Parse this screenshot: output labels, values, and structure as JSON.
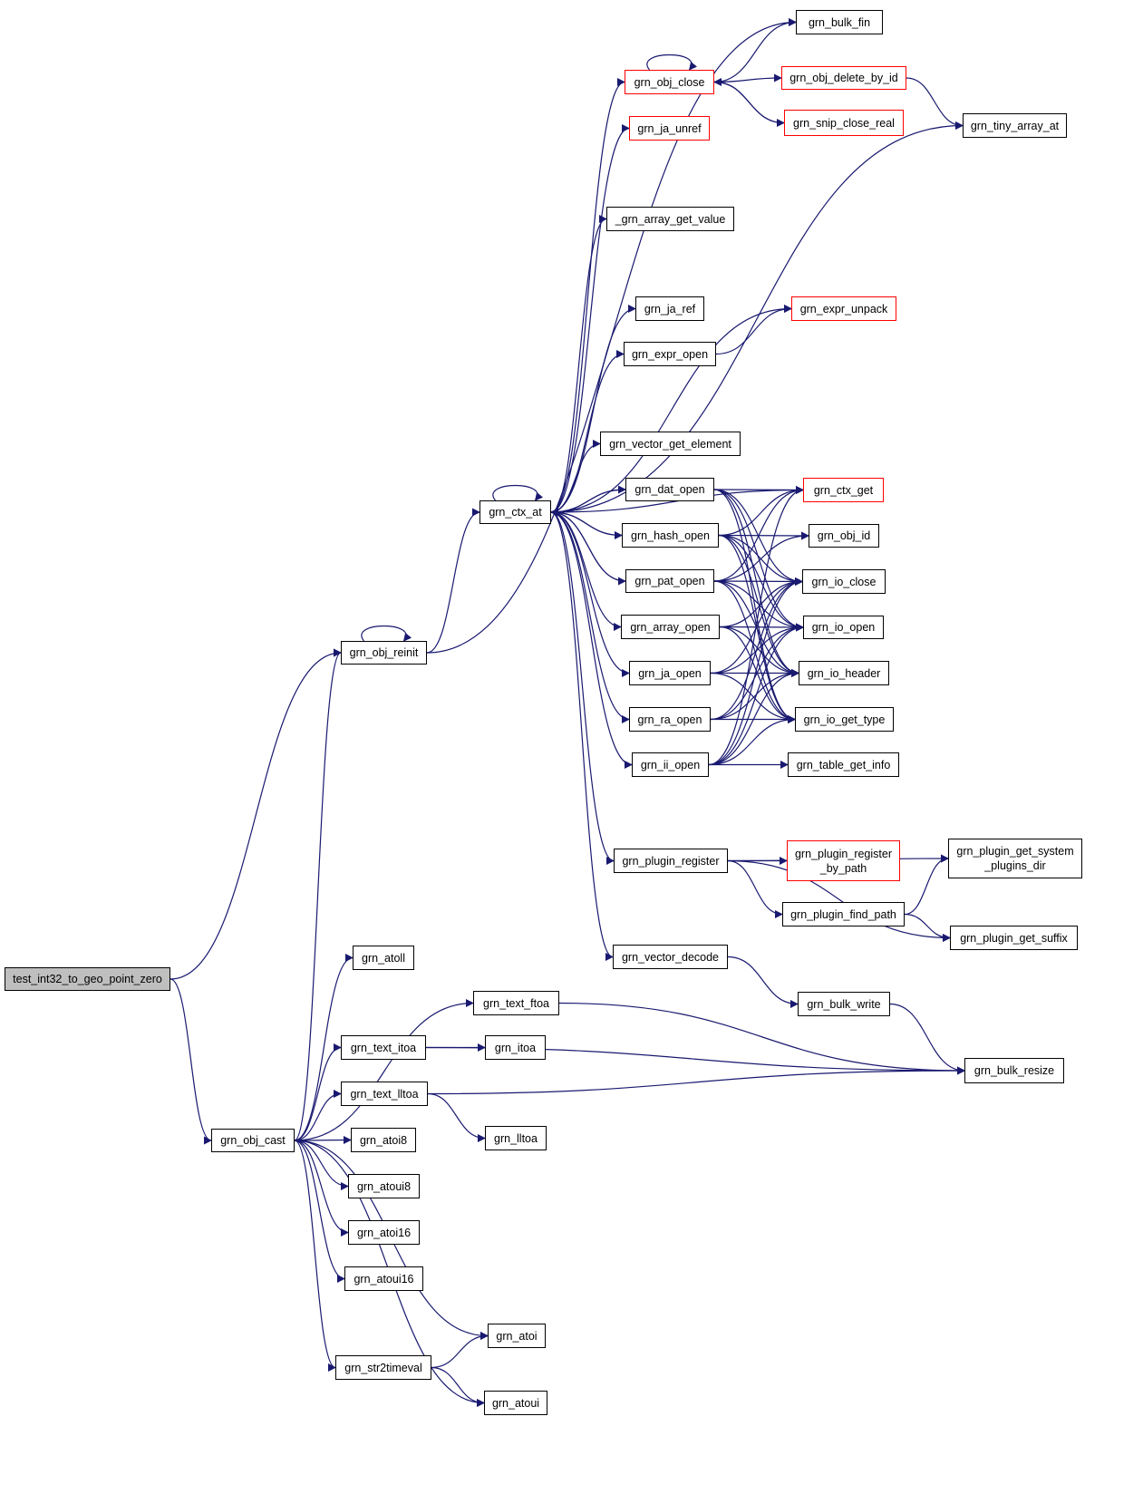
{
  "colors": {
    "edge": "#191970",
    "node_border": "#000000",
    "truncated_border": "#ff0000",
    "root_fill": "#bfbfbf"
  },
  "nodes": {
    "test_int32_to_geo_point_zero": "test_int32_to_geo_point_zero",
    "grn_obj_reinit": "grn_obj_reinit",
    "grn_obj_cast": "grn_obj_cast",
    "grn_ctx_at": "grn_ctx_at",
    "grn_bulk_fin": "grn_bulk_fin",
    "grn_obj_close": "grn_obj_close",
    "grn_obj_delete_by_id": "grn_obj_delete_by_id",
    "grn_snip_close_real": "grn_snip_close_real",
    "grn_tiny_array_at": "grn_tiny_array_at",
    "grn_ja_unref": "grn_ja_unref",
    "_grn_array_get_value": "_grn_array_get_value",
    "grn_ja_ref": "grn_ja_ref",
    "grn_expr_unpack": "grn_expr_unpack",
    "grn_expr_open": "grn_expr_open",
    "grn_vector_get_element": "grn_vector_get_element",
    "grn_dat_open": "grn_dat_open",
    "grn_ctx_get": "grn_ctx_get",
    "grn_hash_open": "grn_hash_open",
    "grn_obj_id": "grn_obj_id",
    "grn_pat_open": "grn_pat_open",
    "grn_io_close": "grn_io_close",
    "grn_array_open": "grn_array_open",
    "grn_io_open": "grn_io_open",
    "grn_ja_open": "grn_ja_open",
    "grn_io_header": "grn_io_header",
    "grn_ra_open": "grn_ra_open",
    "grn_io_get_type": "grn_io_get_type",
    "grn_ii_open": "grn_ii_open",
    "grn_table_get_info": "grn_table_get_info",
    "grn_plugin_register": "grn_plugin_register",
    "grn_plugin_register_by_path": "grn_plugin_register\n_by_path",
    "grn_plugin_get_system_plugins_dir": "grn_plugin_get_system\n_plugins_dir",
    "grn_plugin_find_path": "grn_plugin_find_path",
    "grn_plugin_get_suffix": "grn_plugin_get_suffix",
    "grn_vector_decode": "grn_vector_decode",
    "grn_bulk_write": "grn_bulk_write",
    "grn_bulk_resize": "grn_bulk_resize",
    "grn_atoll": "grn_atoll",
    "grn_text_ftoa": "grn_text_ftoa",
    "grn_text_itoa": "grn_text_itoa",
    "grn_itoa": "grn_itoa",
    "grn_text_lltoa": "grn_text_lltoa",
    "grn_lltoa": "grn_lltoa",
    "grn_atoi8": "grn_atoi8",
    "grn_atoui8": "grn_atoui8",
    "grn_atoi16": "grn_atoi16",
    "grn_atoui16": "grn_atoui16",
    "grn_atoi": "grn_atoi",
    "grn_str2timeval": "grn_str2timeval",
    "grn_atoui": "grn_atoui"
  },
  "truncated_nodes": [
    "grn_obj_close",
    "grn_obj_delete_by_id",
    "grn_snip_close_real",
    "grn_ja_unref",
    "grn_expr_unpack",
    "grn_ctx_get",
    "grn_plugin_register_by_path"
  ],
  "edges": [
    [
      "test_int32_to_geo_point_zero",
      "grn_obj_reinit"
    ],
    [
      "test_int32_to_geo_point_zero",
      "grn_obj_cast"
    ],
    [
      "grn_obj_reinit",
      "grn_obj_reinit"
    ],
    [
      "grn_obj_reinit",
      "grn_bulk_fin"
    ],
    [
      "grn_obj_reinit",
      "grn_ctx_at"
    ],
    [
      "grn_obj_cast",
      "grn_obj_reinit"
    ],
    [
      "grn_obj_cast",
      "grn_atoll"
    ],
    [
      "grn_obj_cast",
      "grn_text_ftoa"
    ],
    [
      "grn_obj_cast",
      "grn_text_itoa"
    ],
    [
      "grn_obj_cast",
      "grn_text_lltoa"
    ],
    [
      "grn_obj_cast",
      "grn_atoi8"
    ],
    [
      "grn_obj_cast",
      "grn_atoui8"
    ],
    [
      "grn_obj_cast",
      "grn_atoi16"
    ],
    [
      "grn_obj_cast",
      "grn_atoui16"
    ],
    [
      "grn_obj_cast",
      "grn_atoi"
    ],
    [
      "grn_obj_cast",
      "grn_str2timeval"
    ],
    [
      "grn_obj_cast",
      "grn_atoui"
    ],
    [
      "grn_ctx_at",
      "grn_ctx_at"
    ],
    [
      "grn_ctx_at",
      "grn_obj_close"
    ],
    [
      "grn_ctx_at",
      "grn_ja_unref"
    ],
    [
      "grn_ctx_at",
      "grn_tiny_array_at"
    ],
    [
      "grn_ctx_at",
      "_grn_array_get_value"
    ],
    [
      "grn_ctx_at",
      "grn_expr_unpack"
    ],
    [
      "grn_ctx_at",
      "grn_ja_ref"
    ],
    [
      "grn_ctx_at",
      "grn_expr_open"
    ],
    [
      "grn_ctx_at",
      "grn_vector_get_element"
    ],
    [
      "grn_ctx_at",
      "grn_dat_open"
    ],
    [
      "grn_ctx_at",
      "grn_hash_open"
    ],
    [
      "grn_ctx_at",
      "grn_pat_open"
    ],
    [
      "grn_ctx_at",
      "grn_array_open"
    ],
    [
      "grn_ctx_at",
      "grn_ja_open"
    ],
    [
      "grn_ctx_at",
      "grn_ra_open"
    ],
    [
      "grn_ctx_at",
      "grn_ii_open"
    ],
    [
      "grn_ctx_at",
      "grn_plugin_register"
    ],
    [
      "grn_ctx_at",
      "grn_vector_decode"
    ],
    [
      "grn_obj_close",
      "grn_obj_close"
    ],
    [
      "grn_obj_close",
      "grn_bulk_fin"
    ],
    [
      "grn_obj_close",
      "grn_obj_delete_by_id"
    ],
    [
      "grn_obj_close",
      "grn_snip_close_real"
    ],
    [
      "grn_obj_delete_by_id",
      "grn_tiny_array_at"
    ],
    [
      "grn_snip_close_real",
      "grn_obj_close"
    ],
    [
      "grn_expr_open",
      "grn_expr_unpack"
    ],
    [
      "grn_ctx_get",
      "grn_ctx_at"
    ],
    [
      "grn_dat_open",
      "grn_ctx_at"
    ],
    [
      "grn_hash_open",
      "grn_ctx_at"
    ],
    [
      "grn_pat_open",
      "grn_ctx_at"
    ],
    [
      "grn_dat_open",
      "grn_ctx_get"
    ],
    [
      "grn_dat_open",
      "grn_io_close"
    ],
    [
      "grn_dat_open",
      "grn_io_open"
    ],
    [
      "grn_dat_open",
      "grn_io_header"
    ],
    [
      "grn_dat_open",
      "grn_io_get_type"
    ],
    [
      "grn_hash_open",
      "grn_ctx_get"
    ],
    [
      "grn_hash_open",
      "grn_obj_id"
    ],
    [
      "grn_hash_open",
      "grn_io_close"
    ],
    [
      "grn_hash_open",
      "grn_io_open"
    ],
    [
      "grn_hash_open",
      "grn_io_header"
    ],
    [
      "grn_hash_open",
      "grn_io_get_type"
    ],
    [
      "grn_pat_open",
      "grn_ctx_get"
    ],
    [
      "grn_pat_open",
      "grn_obj_id"
    ],
    [
      "grn_pat_open",
      "grn_io_close"
    ],
    [
      "grn_pat_open",
      "grn_io_open"
    ],
    [
      "grn_pat_open",
      "grn_io_header"
    ],
    [
      "grn_pat_open",
      "grn_io_get_type"
    ],
    [
      "grn_array_open",
      "grn_io_close"
    ],
    [
      "grn_array_open",
      "grn_io_open"
    ],
    [
      "grn_array_open",
      "grn_io_header"
    ],
    [
      "grn_array_open",
      "grn_io_get_type"
    ],
    [
      "grn_ja_open",
      "grn_io_close"
    ],
    [
      "grn_ja_open",
      "grn_io_open"
    ],
    [
      "grn_ja_open",
      "grn_io_header"
    ],
    [
      "grn_ja_open",
      "grn_io_get_type"
    ],
    [
      "grn_ra_open",
      "grn_io_close"
    ],
    [
      "grn_ra_open",
      "grn_io_open"
    ],
    [
      "grn_ra_open",
      "grn_io_header"
    ],
    [
      "grn_ra_open",
      "grn_io_get_type"
    ],
    [
      "grn_ii_open",
      "grn_ctx_get"
    ],
    [
      "grn_ii_open",
      "grn_io_close"
    ],
    [
      "grn_ii_open",
      "grn_io_open"
    ],
    [
      "grn_ii_open",
      "grn_io_header"
    ],
    [
      "grn_ii_open",
      "grn_io_get_type"
    ],
    [
      "grn_ii_open",
      "grn_table_get_info"
    ],
    [
      "grn_plugin_register",
      "grn_plugin_get_system_plugins_dir"
    ],
    [
      "grn_plugin_register",
      "grn_plugin_register_by_path"
    ],
    [
      "grn_plugin_register",
      "grn_plugin_find_path"
    ],
    [
      "grn_plugin_register",
      "grn_plugin_get_suffix"
    ],
    [
      "grn_plugin_find_path",
      "grn_plugin_get_system_plugins_dir"
    ],
    [
      "grn_plugin_find_path",
      "grn_plugin_get_suffix"
    ],
    [
      "grn_vector_decode",
      "grn_bulk_write"
    ],
    [
      "grn_bulk_write",
      "grn_bulk_resize"
    ],
    [
      "grn_text_ftoa",
      "grn_bulk_resize"
    ],
    [
      "grn_text_itoa",
      "grn_itoa"
    ],
    [
      "grn_text_itoa",
      "grn_bulk_resize"
    ],
    [
      "grn_text_lltoa",
      "grn_lltoa"
    ],
    [
      "grn_text_lltoa",
      "grn_bulk_resize"
    ],
    [
      "grn_str2timeval",
      "grn_atoi"
    ],
    [
      "grn_str2timeval",
      "grn_atoui"
    ]
  ]
}
